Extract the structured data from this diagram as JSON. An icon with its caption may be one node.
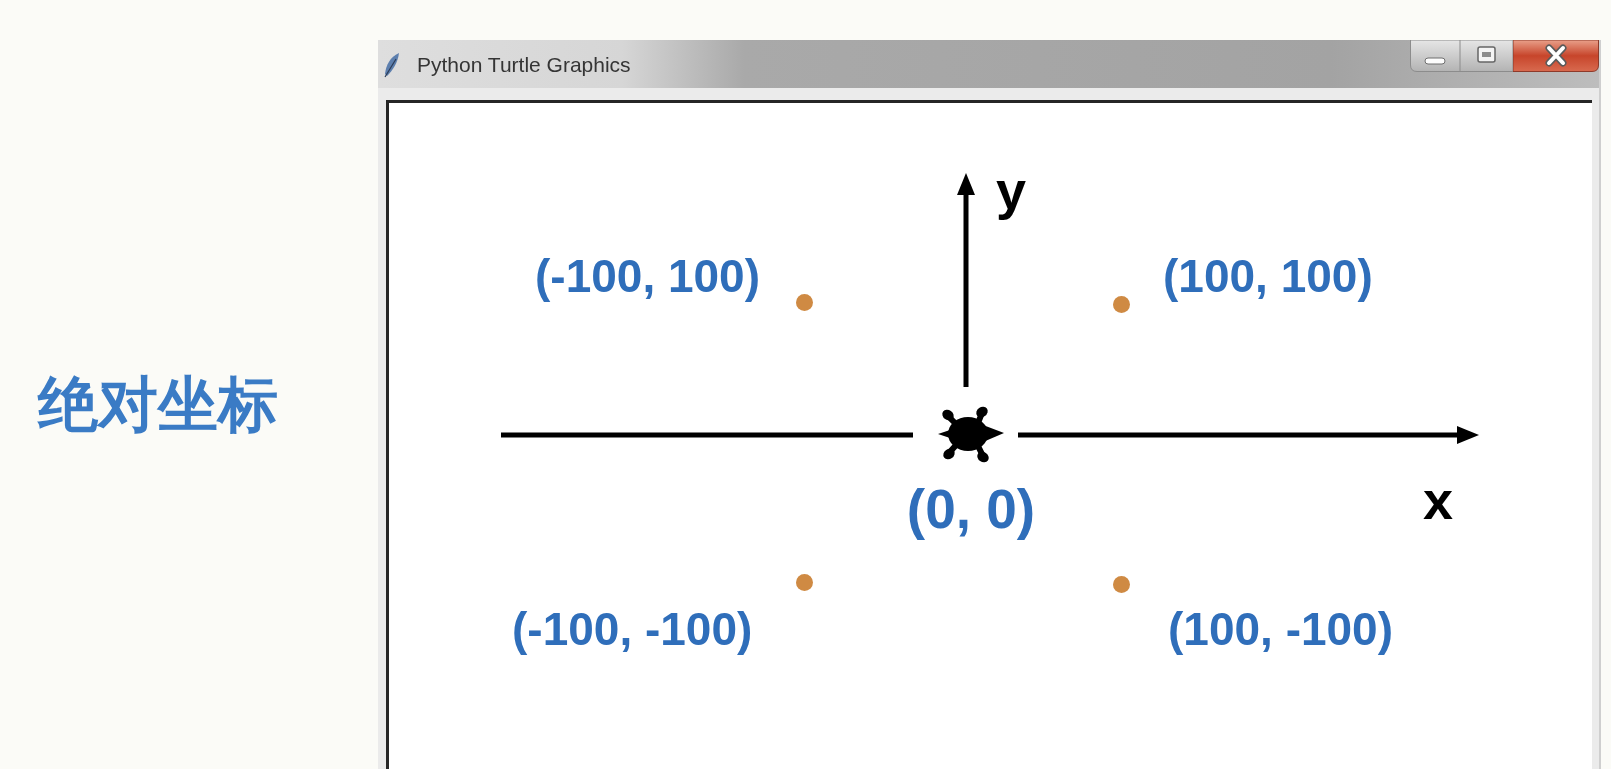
{
  "diagram": {
    "title": "绝对坐标",
    "nodes": [
      {
        "text": [
          "Python Turtle Graphics"
        ]
      },
      {
        "text": [],
        "shape": "circle",
        "beside": [
          "(-100, 100)"
        ],
        "in": 0
      },
      {
        "text": [],
        "shape": "circle",
        "beside": [
          "(100, 100)"
        ],
        "in": 0
      },
      {
        "text": [],
        "shape": "picture",
        "beside": [
          "(0, 0)"
        ],
        "in": 0
      },
      {
        "text": [],
        "shape": "circle",
        "beside": [
          "(-100, -100)"
        ],
        "in": 0
      },
      {
        "text": [],
        "shape": "circle",
        "beside": [
          "(100, -100)"
        ],
        "in": 0
      }
    ],
    "labels": [
      "y",
      "x"
    ]
  }
}
